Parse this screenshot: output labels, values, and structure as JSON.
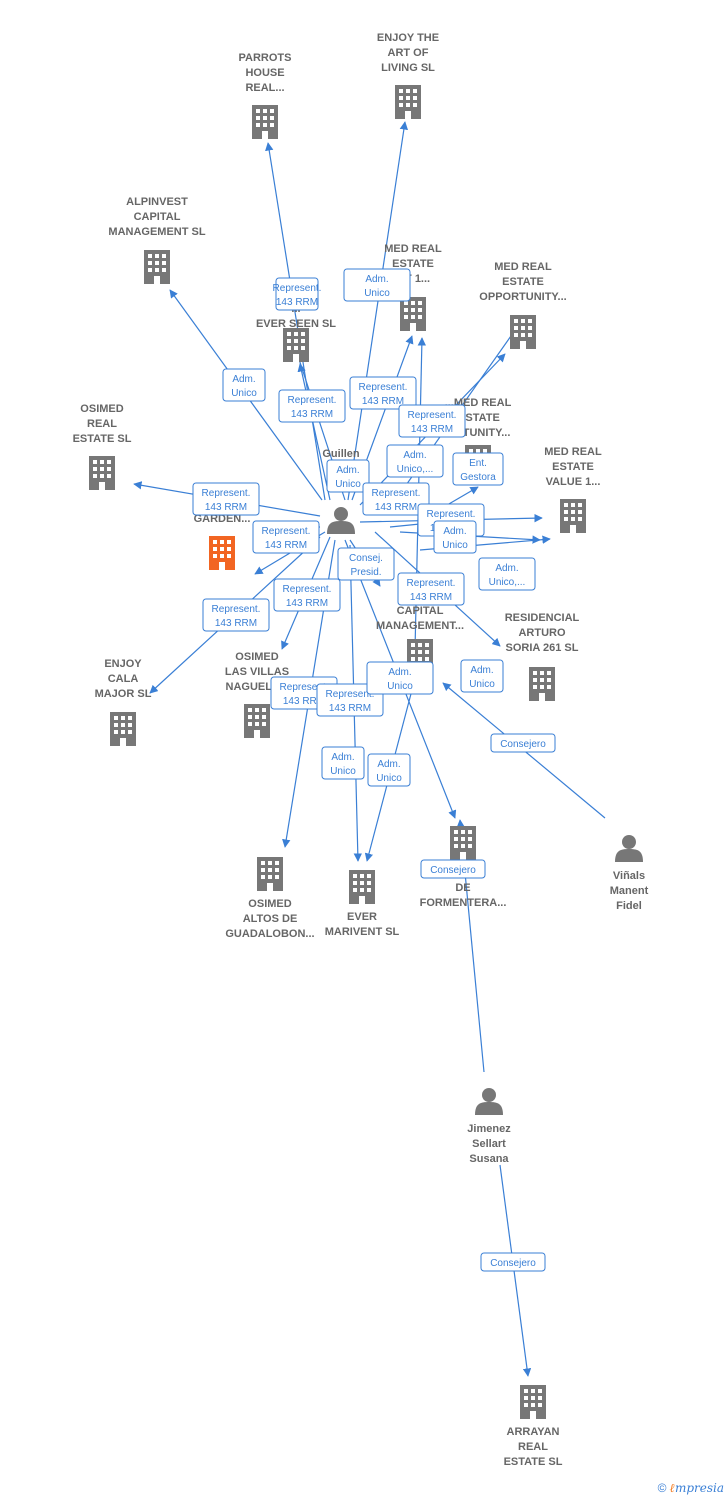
{
  "colors": {
    "edge": "#3a7fd5",
    "company": "#777777",
    "focus": "#f26522",
    "person": "#777777"
  },
  "footer": {
    "copyright": "©",
    "brand_first": "ℓ",
    "brand_rest": "mpresia"
  },
  "nodes": [
    {
      "id": "parrots",
      "type": "company",
      "lines": [
        "PARROTS",
        "HOUSE",
        "REAL..."
      ]
    },
    {
      "id": "enjoyart",
      "type": "company",
      "lines": [
        "ENJOY THE",
        "ART OF",
        "LIVING  SL"
      ]
    },
    {
      "id": "alpinvest",
      "type": "company",
      "lines": [
        "ALPINVEST",
        "CAPITAL",
        "MANAGEMENT SL"
      ]
    },
    {
      "id": "medreal1",
      "type": "company",
      "lines": [
        "MED REAL",
        "ESTATE",
        "...T 1..."
      ]
    },
    {
      "id": "medopp",
      "type": "company",
      "lines": [
        "MED REAL",
        "ESTATE",
        "OPPORTUNITY..."
      ]
    },
    {
      "id": "everseen",
      "type": "company",
      "lines": [
        "...",
        "EVER SEEN  SL"
      ]
    },
    {
      "id": "medopp2",
      "type": "company",
      "lines": [
        "...MED REAL",
        "...STATE",
        "...RTUNITY..."
      ]
    },
    {
      "id": "osimedreal",
      "type": "company",
      "lines": [
        "OSIMED",
        "REAL",
        "ESTATE  SL"
      ]
    },
    {
      "id": "medvalue",
      "type": "company",
      "lines": [
        "MED REAL",
        "ESTATE",
        "VALUE 1..."
      ]
    },
    {
      "id": "garden",
      "type": "focus",
      "lines": [
        "GARDEN..."
      ]
    },
    {
      "id": "capital",
      "type": "company",
      "lines": [
        "CAPITAL",
        "MANAGEMENT..."
      ]
    },
    {
      "id": "residencial",
      "type": "company",
      "lines": [
        "RESIDENCIAL",
        "ARTURO",
        "SORIA 261  SL"
      ]
    },
    {
      "id": "enjoycala",
      "type": "company",
      "lines": [
        "ENJOY",
        "CALA",
        "MAJOR  SL"
      ]
    },
    {
      "id": "osimedvillas",
      "type": "company",
      "lines": [
        "OSIMED",
        "LAS VILLAS",
        "NAGUELE..."
      ]
    },
    {
      "id": "osimedaltos",
      "type": "company",
      "lines": [
        "OSIMED",
        "ALTOS DE",
        "GUADALOBON..."
      ]
    },
    {
      "id": "evermarivent",
      "type": "company",
      "lines": [
        "EVER",
        "MARIVENT  SL"
      ]
    },
    {
      "id": "formentera",
      "type": "company",
      "lines": [
        "...",
        "DE",
        "FORMENTERA..."
      ]
    },
    {
      "id": "guillen",
      "type": "person",
      "lines": [
        "Guillen",
        "M..."
      ]
    },
    {
      "id": "vinals",
      "type": "person",
      "lines": [
        "Viñals",
        "Manent",
        "Fidel"
      ]
    },
    {
      "id": "jimenez",
      "type": "person",
      "lines": [
        "Jimenez",
        "Sellart",
        "Susana"
      ]
    },
    {
      "id": "arrayan",
      "type": "company",
      "lines": [
        "ARRAYAN",
        "REAL",
        "ESTATE  SL"
      ]
    }
  ],
  "edges": [
    {
      "label": [
        "Adm.",
        "Unico"
      ]
    },
    {
      "label": [
        "Represent.",
        "143 RRM"
      ]
    },
    {
      "label": [
        "Adm.",
        "Unico"
      ]
    },
    {
      "label": [
        "Represent.",
        "143 RRM"
      ]
    },
    {
      "label": [
        "Represent.",
        "143 RRM"
      ]
    },
    {
      "label": [
        "Represent.",
        "143 RRM"
      ]
    },
    {
      "label": [
        "Adm.",
        "Unico,..."
      ]
    },
    {
      "label": [
        "Ent.",
        "Gestora"
      ]
    },
    {
      "label": [
        "Adm.",
        "Unico"
      ]
    },
    {
      "label": [
        "Represent.",
        "143 RRM"
      ]
    },
    {
      "label": [
        "Represent.",
        "143 RRM"
      ]
    },
    {
      "label": [
        "Represent.",
        "143 RRM"
      ]
    },
    {
      "label": [
        "Represent.",
        "143 RRM"
      ]
    },
    {
      "label": [
        "Adm.",
        "Unico"
      ]
    },
    {
      "label": [
        "Consej.",
        "Presid."
      ]
    },
    {
      "label": [
        "Adm.",
        "Unico,..."
      ]
    },
    {
      "label": [
        "Represent.",
        "143 RRM"
      ]
    },
    {
      "label": [
        "Represent.",
        "143 RRM"
      ]
    },
    {
      "label": [
        "Represent.",
        "143 RRM"
      ]
    },
    {
      "label": [
        "Adm.",
        "Unico"
      ]
    },
    {
      "label": [
        "Represent.",
        "143 RRM"
      ]
    },
    {
      "label": [
        "Represent.",
        "143 RRM"
      ]
    },
    {
      "label": [
        "Adm.",
        "Unico"
      ]
    },
    {
      "label": [
        "Adm.",
        "Unico"
      ]
    },
    {
      "label": [
        "Adm.",
        "Unico"
      ]
    },
    {
      "label": [
        "Consejero"
      ]
    },
    {
      "label": [
        "Consejero"
      ]
    },
    {
      "label": [
        "Consejero"
      ]
    }
  ]
}
